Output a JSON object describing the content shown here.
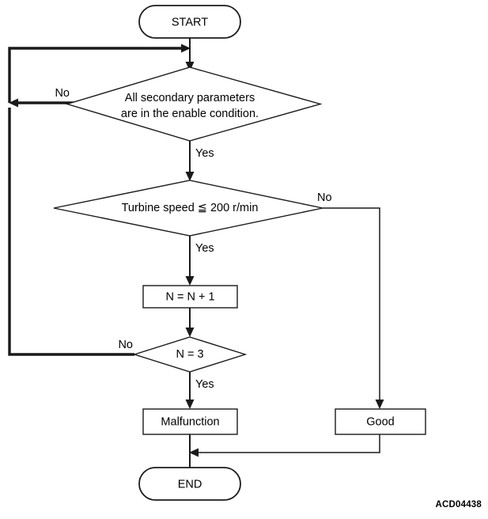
{
  "diagram": {
    "type": "flowchart",
    "title": "",
    "figure_code": "ACD04438",
    "nodes": {
      "start": {
        "label": "START",
        "shape": "terminator"
      },
      "decision_secondary": {
        "label_line1": "All secondary parameters",
        "label_line2": "are in the enable condition.",
        "shape": "decision"
      },
      "decision_turbine": {
        "label": "Turbine speed ≦ 200 r/min",
        "shape": "decision"
      },
      "process_counter": {
        "label": "N = N + 1",
        "shape": "process"
      },
      "decision_count": {
        "label": "N = 3",
        "shape": "decision"
      },
      "result_malfunction": {
        "label": "Malfunction",
        "shape": "process"
      },
      "result_good": {
        "label": "Good",
        "shape": "process"
      },
      "end": {
        "label": "END",
        "shape": "terminator"
      }
    },
    "branch_labels": {
      "secondary_no": "No",
      "secondary_yes": "Yes",
      "turbine_no": "No",
      "turbine_yes": "Yes",
      "count_no": "No",
      "count_yes": "Yes"
    },
    "colors": {
      "stroke": "#1a1a1a",
      "fill": "#ffffff",
      "text": "#000000"
    }
  }
}
